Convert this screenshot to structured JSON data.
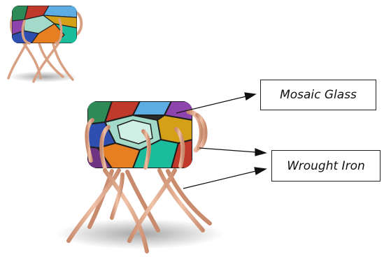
{
  "labels": {
    "mosaic_glass": "Mosaic Glass",
    "wrought_iron": "Wrought Iron"
  },
  "colors": {
    "iron": "#d9a183",
    "iron_shadow": "#b97c61",
    "glass_lead": "#2b2b2b",
    "glass_tiles": [
      "#2f4fb0",
      "#c0392b",
      "#2e8b57",
      "#d4a017",
      "#8e44ad",
      "#1abc9c",
      "#e67e22",
      "#5dade2",
      "#a3d9c9",
      "#6c3483"
    ]
  },
  "icons": {
    "small_planter": "mosaic-planter-thumbnail",
    "large_planter": "mosaic-planter-illustration"
  }
}
